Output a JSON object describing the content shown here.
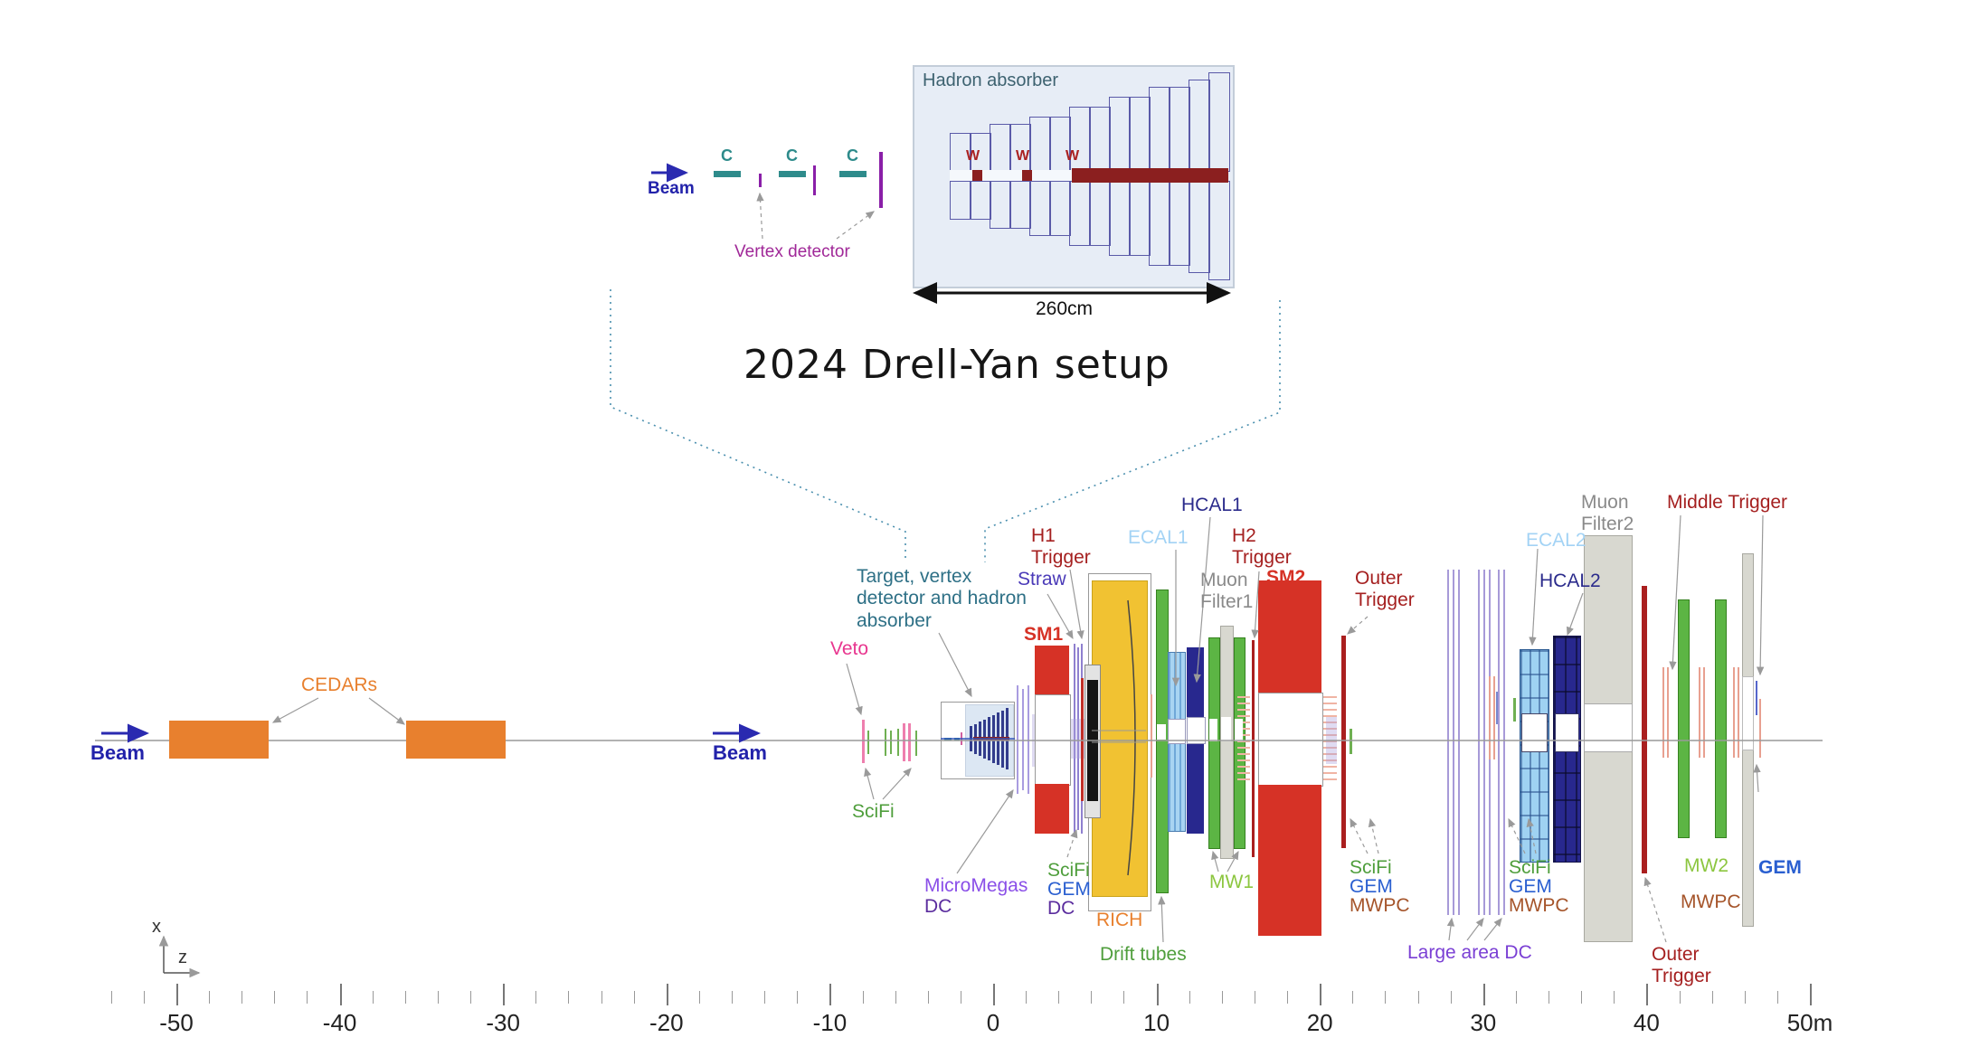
{
  "title": "2024 Drell-Yan setup",
  "inset": {
    "hadron_absorber": "Hadron absorber",
    "beam": "Beam",
    "c_labels": [
      "C",
      "C",
      "C"
    ],
    "w_labels": [
      "W",
      "W",
      "W"
    ],
    "vertex_detector": "Vertex detector",
    "scale": "260cm"
  },
  "labels": {
    "beam_left": "Beam",
    "beam_center": "Beam",
    "cedars": "CEDARs",
    "veto": "Veto",
    "scifi": "SciFi",
    "target_note": "Target, vertex detector and hadron absorber",
    "micromegas": "MicroMegas",
    "micromegas_dc": "DC",
    "sm1": "SM1",
    "h1_trigger": "H1 Trigger",
    "straw": "Straw",
    "scifi_gem_dc": [
      "SciFi",
      "GEM",
      "DC"
    ],
    "rich": "RICH",
    "drift_tubes": "Drift tubes",
    "ecal1": "ECAL1",
    "hcal1": "HCAL1",
    "muon_filter1": "Muon Filter1",
    "mw1": "MW1",
    "h2_trigger": "H2 Trigger",
    "sm2": "SM2",
    "outer_trigger": "Outer Trigger",
    "scifi_gem_mwpc": [
      "SciFi",
      "GEM",
      "MWPC"
    ],
    "large_area_dc": "Large area DC",
    "ecal2": "ECAL2",
    "hcal2": "HCAL2",
    "muon_filter2": "Muon Filter2",
    "middle_trigger": "Middle Trigger",
    "mw2": "MW2",
    "mwpc": "MWPC",
    "gem": "GEM"
  },
  "axis": {
    "tick_labels": [
      "-50",
      "-40",
      "-30",
      "-20",
      "-10",
      "0",
      "10",
      "20",
      "30",
      "40",
      "50m"
    ],
    "tick_values": [
      -50,
      -40,
      -30,
      -20,
      -10,
      0,
      10,
      20,
      30,
      40,
      50
    ],
    "x_label": "x",
    "z_label": "z"
  },
  "colors": {
    "cedar_orange": "#e8802e",
    "magnet_red": "#d63226",
    "trigger_dark_red": "#aa1f1f",
    "rich_yellow": "#f1c232",
    "detector_green": "#5cb544",
    "mw_label_green": "#8cc63f",
    "ecal_light_blue": "#a8d4f2",
    "hcal_navy": "#28288e",
    "muon_filter_gray": "#d8d8d0",
    "dc_lavender": "#a79ad8",
    "micromegas_purple": "#8a4fe8",
    "dc_dark_purple": "#5b2d9e",
    "straw_purple": "#4a3ab8",
    "target_note_teal": "#2e7086",
    "veto_pink": "#e8368f",
    "mwpc_brown": "#a5542a",
    "gem_blue": "#2a5fd0",
    "beam_blue": "#2222aa",
    "absorber_dark_red": "#8b1f1f",
    "target_teal": "#2e8b8b",
    "vertex_purple": "#a02898",
    "inset_bg": "#e7edf6",
    "funnel_teal": "#4a8fae"
  }
}
